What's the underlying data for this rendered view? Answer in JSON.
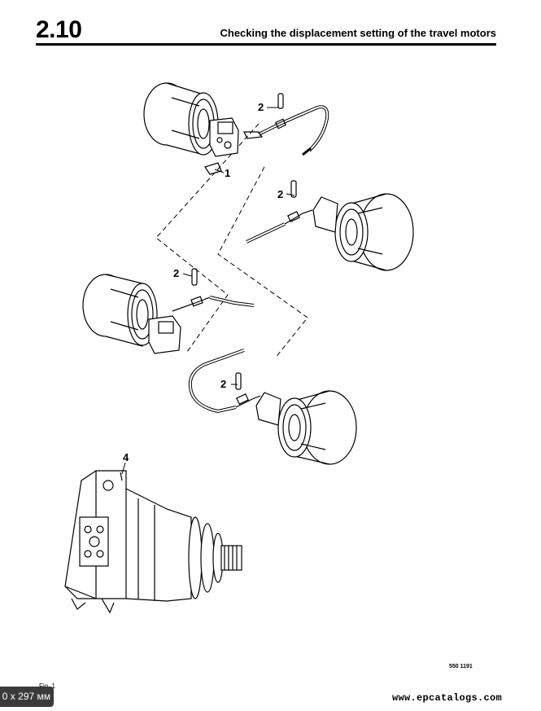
{
  "header": {
    "section_number": "2.10",
    "title": "Checking the displacement setting of the travel motors"
  },
  "callouts": [
    "2",
    "1",
    "2",
    "2",
    "2",
    "4"
  ],
  "figure": {
    "reference": "550 1191",
    "caption": "Fig. 1"
  },
  "page_size_label": "0 x 297 мм",
  "watermark": "www.epcatalogs.com"
}
